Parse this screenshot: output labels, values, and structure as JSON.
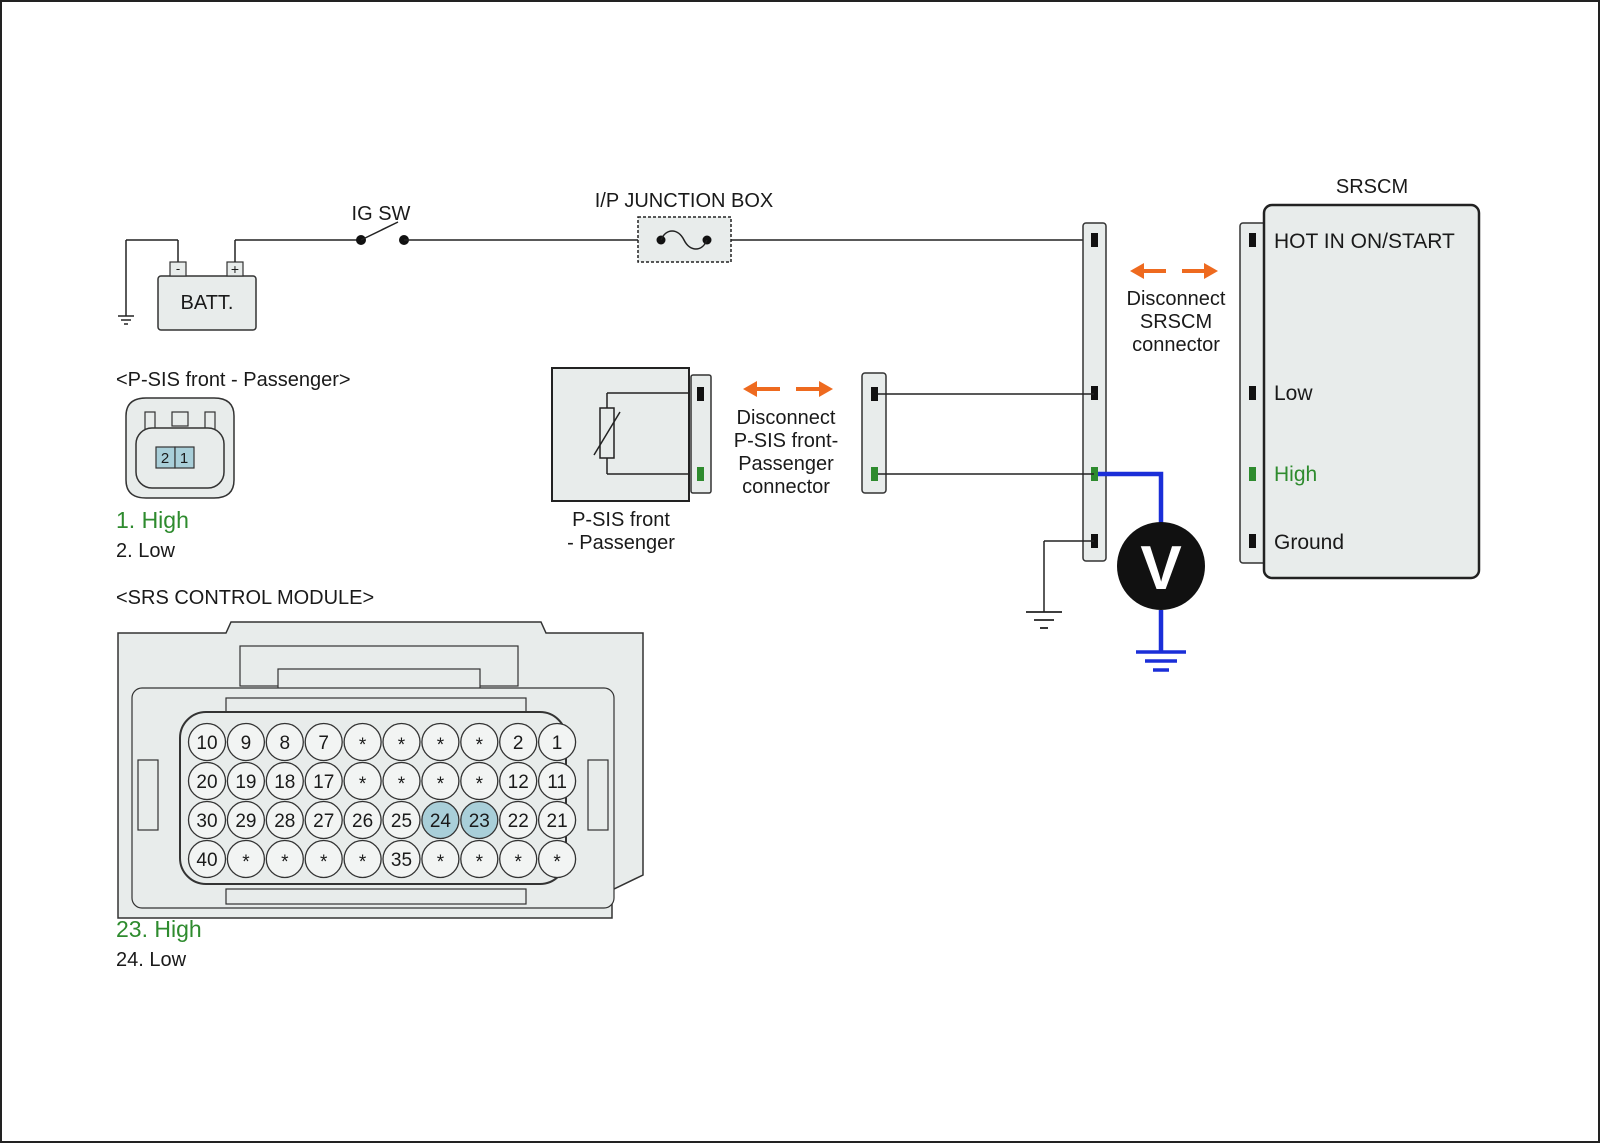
{
  "labels": {
    "ig_sw": "IG SW",
    "junction_box": "I/P JUNCTION BOX",
    "battery": "BATT.",
    "battery_minus": "-",
    "battery_plus": "+",
    "srscm_title": "SRSCM",
    "srscm_pin_hot": "HOT IN ON/START",
    "srscm_pin_low": "Low",
    "srscm_pin_high": "High",
    "srscm_pin_ground": "Ground",
    "disconnect_srscm_1": "Disconnect",
    "disconnect_srscm_2": "SRSCM",
    "disconnect_srscm_3": "connector",
    "disconnect_psis_1": "Disconnect",
    "disconnect_psis_2": "P-SIS front-",
    "disconnect_psis_3": "Passenger",
    "disconnect_psis_4": "connector",
    "psis_label_1": "P-SIS front",
    "psis_label_2": "- Passenger",
    "voltmeter": "V"
  },
  "psis_connector": {
    "title": "<P-SIS front - Passenger>",
    "pins": [
      "2",
      "1"
    ],
    "legend_high": "1. High",
    "legend_low": "2. Low"
  },
  "srs_module": {
    "title": "<SRS CONTROL MODULE>",
    "rows": [
      [
        "10",
        "9",
        "8",
        "7",
        "*",
        "*",
        "*",
        "*",
        "2",
        "1"
      ],
      [
        "20",
        "19",
        "18",
        "17",
        "*",
        "*",
        "*",
        "*",
        "12",
        "11"
      ],
      [
        "30",
        "29",
        "28",
        "27",
        "26",
        "25",
        "24",
        "23",
        "22",
        "21"
      ],
      [
        "40",
        "*",
        "*",
        "*",
        "*",
        "35",
        "*",
        "*",
        "*",
        "*"
      ]
    ],
    "highlighted": [
      "24",
      "23"
    ],
    "legend_high": "23. High",
    "legend_low": "24. Low"
  },
  "colors": {
    "high_green": "#2e8b2e",
    "arrow_orange": "#ee6a1f",
    "probe_blue": "#1a2ed8",
    "panel_fill": "#e8eceb",
    "pin_highlight": "#a9cfd9"
  }
}
